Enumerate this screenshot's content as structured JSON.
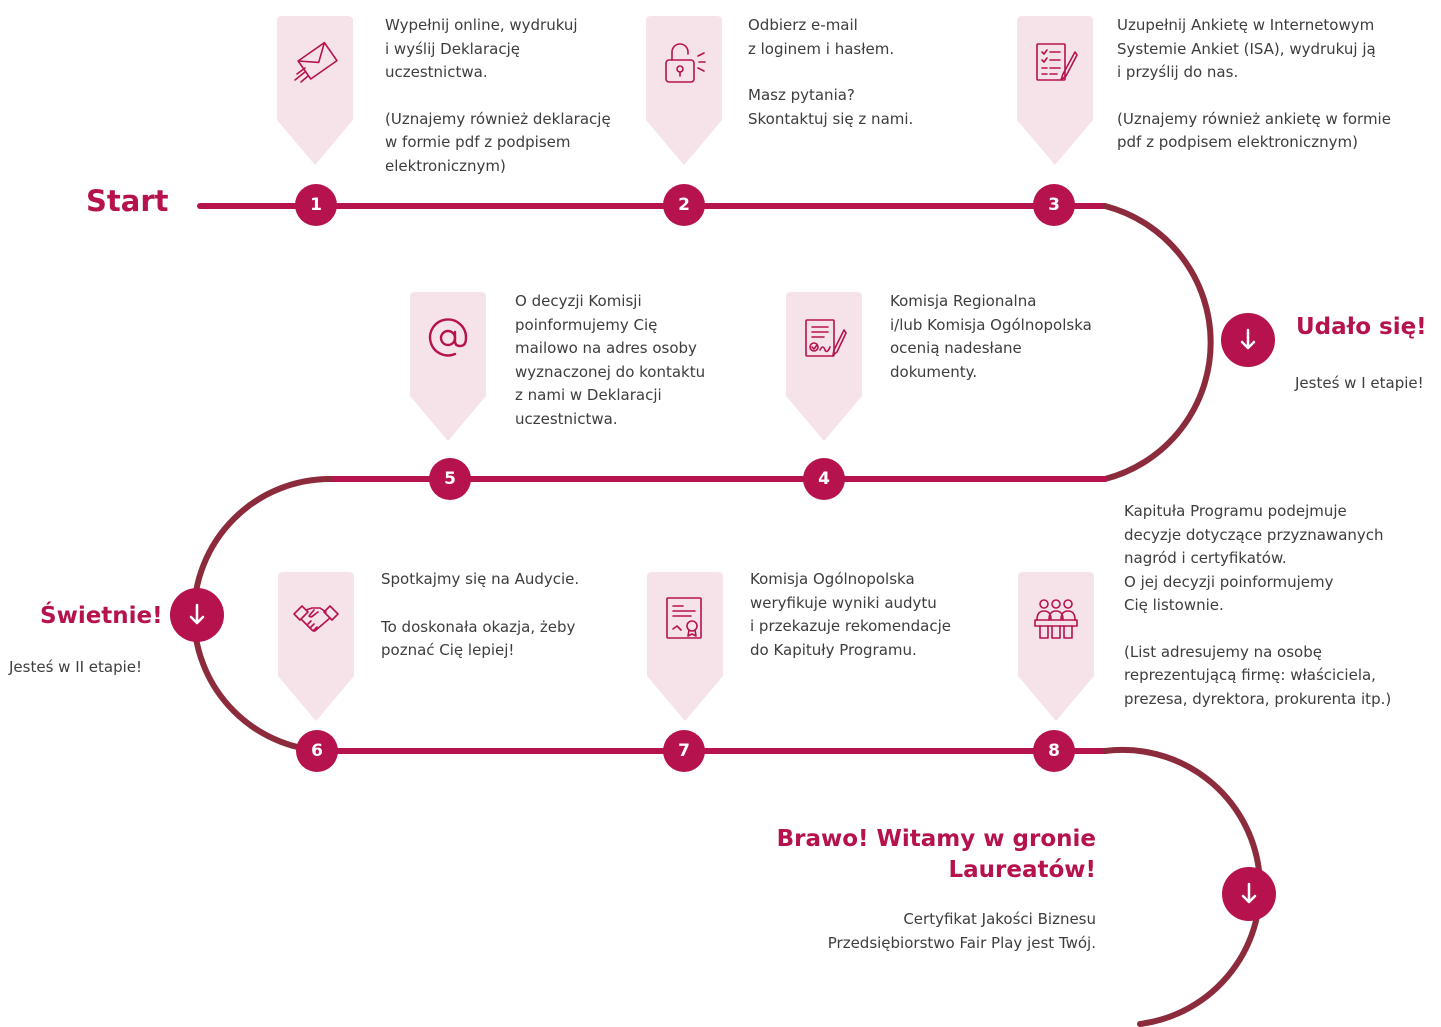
{
  "colors": {
    "accent": "#b5124e",
    "accent_dark": "#8c2b3c",
    "tag": "#f6e3ea",
    "text": "#3d3d3d"
  },
  "start_label": "Start",
  "checkpoints": {
    "first": {
      "title": "Udało się!",
      "subtitle": "Jesteś w I etapie!"
    },
    "second": {
      "title": "Świetnie!",
      "subtitle": "Jesteś w II etapie!"
    },
    "final": {
      "title_line1": "Brawo! Witamy w gronie",
      "title_line2": "Laureatów!",
      "text_line1": "Certyfikat Jakości Biznesu",
      "text_line2": "Przedsiębiorstwo Fair Play jest Twój."
    }
  },
  "steps": [
    {
      "number": "1",
      "icon": "envelope-icon",
      "lines": [
        "Wypełnij online, wydrukuj",
        "i wyślij Deklarację",
        "uczestnictwa."
      ],
      "note": [
        "(Uznajemy również deklarację",
        "w formie pdf z podpisem",
        "elektronicznym)"
      ]
    },
    {
      "number": "2",
      "icon": "unlocked-padlock-icon",
      "lines": [
        "Odbierz e-mail",
        "z loginem i hasłem."
      ],
      "note": [
        "Masz pytania?",
        "Skontaktuj się z nami."
      ]
    },
    {
      "number": "3",
      "icon": "survey-checklist-icon",
      "lines": [
        "Uzupełnij Ankietę w Internetowym",
        "Systemie Ankiet (ISA), wydrukuj ją",
        "i przyślij do nas."
      ],
      "note": [
        "(Uznajemy również ankietę w formie",
        "pdf z podpisem elektronicznym)"
      ]
    },
    {
      "number": "4",
      "icon": "signed-document-icon",
      "lines": [
        "Komisja Regionalna",
        "i/lub Komisja Ogólnopolska",
        "ocenią nadesłane",
        "dokumenty."
      ],
      "note": []
    },
    {
      "number": "5",
      "icon": "at-sign-icon",
      "lines": [
        "O decyzji Komisji",
        "poinformujemy Cię",
        "mailowo na adres osoby",
        "wyznaczonej do kontaktu",
        "z nami w Deklaracji",
        "uczestnictwa."
      ],
      "note": []
    },
    {
      "number": "6",
      "icon": "handshake-icon",
      "lines": [
        "Spotkajmy się na Audycie."
      ],
      "note": [
        "To doskonała okazja, żeby",
        "poznać Cię lepiej!"
      ]
    },
    {
      "number": "7",
      "icon": "certificate-icon",
      "lines": [
        "Komisja Ogólnopolska",
        "weryfikuje wyniki audytu",
        "i przekazuje rekomendacje",
        "do Kapituły Programu."
      ],
      "note": []
    },
    {
      "number": "8",
      "icon": "committee-people-icon",
      "lines": [
        "Kapituła Programu podejmuje",
        "decyzje dotyczące przyznawanych",
        "nagród i certyfikatów.",
        "O jej decyzji poinformujemy",
        "Cię listownie."
      ],
      "note": [
        "(List adresujemy na osobę",
        "reprezentującą firmę: właściciela,",
        "prezesa, dyrektora, prokurenta itp.)"
      ]
    }
  ]
}
